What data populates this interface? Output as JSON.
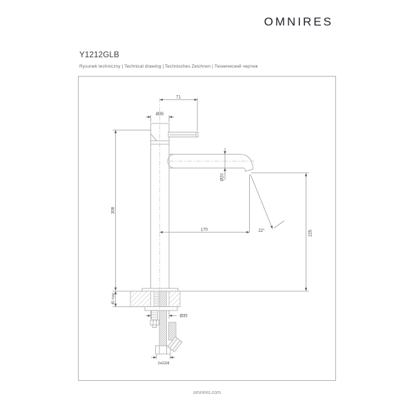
{
  "brand": {
    "logo": "OMNIRES",
    "website": "omnires.com"
  },
  "product": {
    "code": "Y1212GLB",
    "subtitle": "Rysunek techniczny | Technical drawing | Technisches Zeichnen | Технический чертеж"
  },
  "drawing": {
    "subject": "tall single-lever basin mixer, side elevation with mounting cross-section",
    "dims": {
      "handle_reach": "71",
      "body_diameter": "Ø35",
      "height": "308",
      "spout_diameter": "Ø20",
      "spout_reach": "170",
      "stream_angle": "22°",
      "spout_height": "225",
      "deck_thickness": "45 max",
      "hole_diameter": "Ø35",
      "connections": "2xG3/8"
    },
    "colors": {
      "line": "#b4b4b4",
      "dimension": "#9a9a9a",
      "text": "#4a4a4a"
    }
  }
}
